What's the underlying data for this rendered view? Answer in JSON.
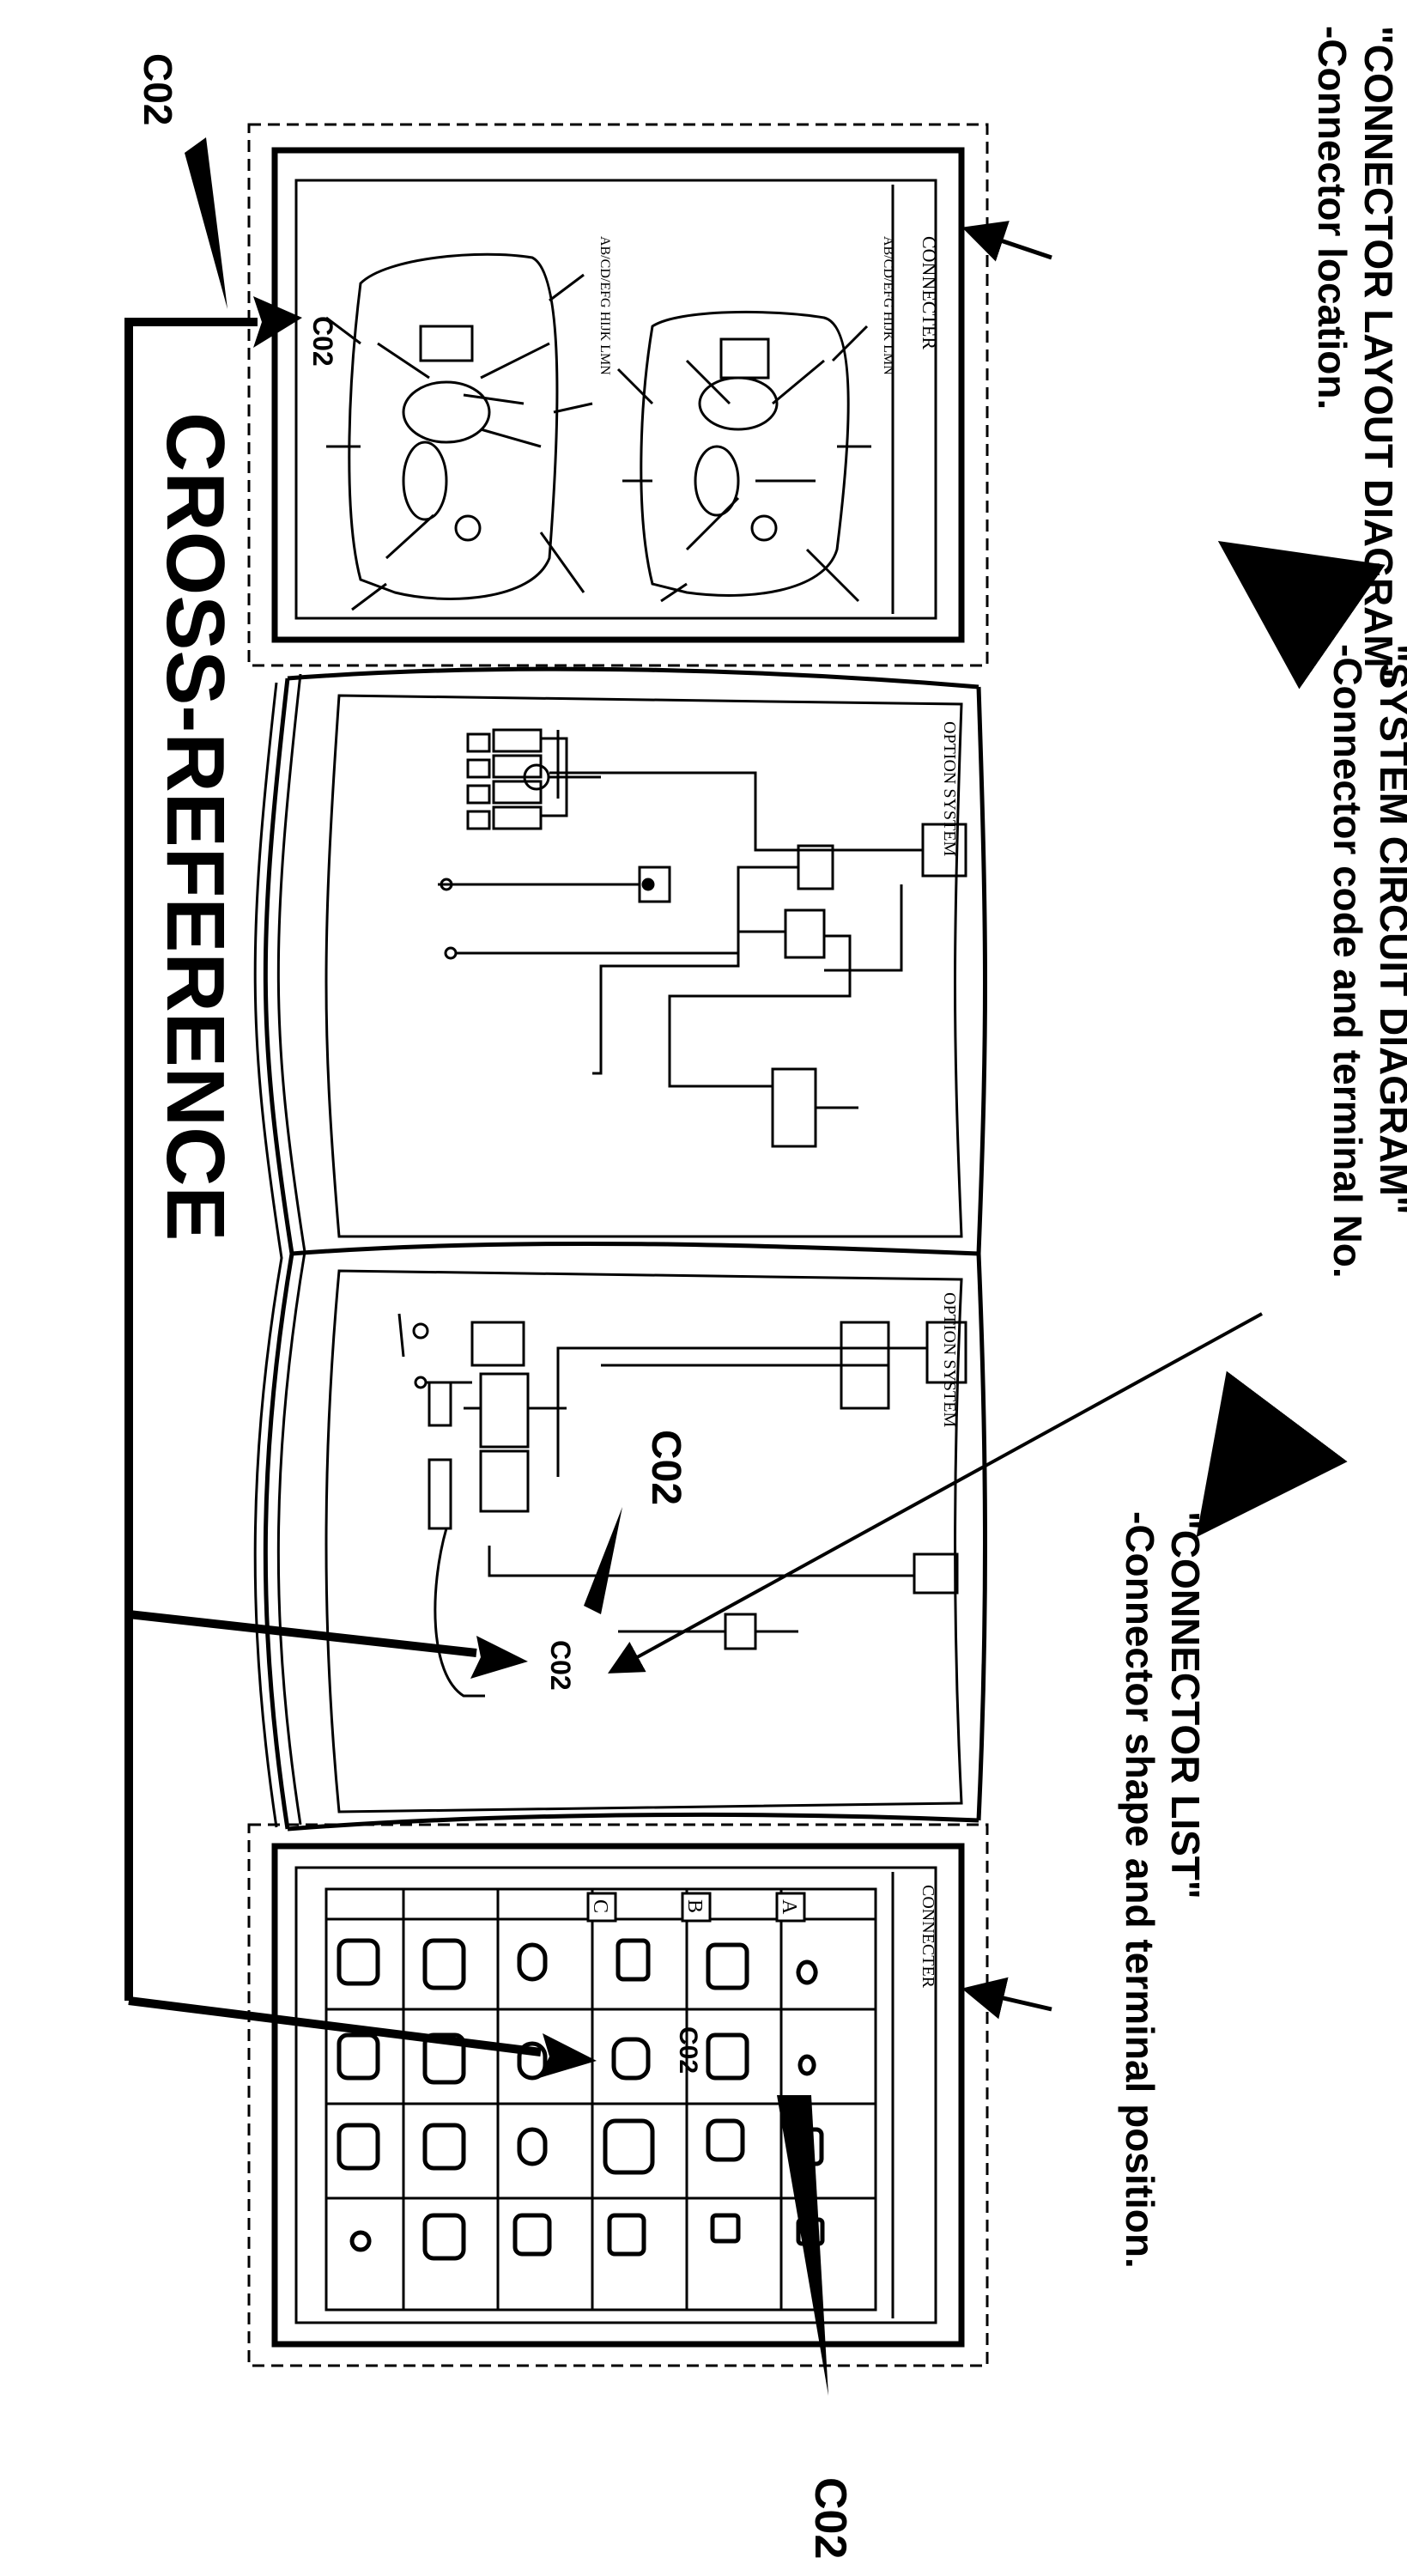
{
  "callouts": {
    "layout": {
      "title": "\"CONNECTOR  LAYOUT DIAGRAM\"",
      "sub": "-Connector location."
    },
    "circuit": {
      "title": "\"SYSTEM CIRCUIT DIAGRAM\"",
      "sub": "-Connector code and terminal No."
    },
    "list": {
      "title": "\"CONNECTOR LIST\"",
      "sub": "-Connector shape and terminal position."
    },
    "cross_reference": "CROSS-REFERENCE"
  },
  "codes": {
    "top": "C02",
    "layout_page": "C02",
    "circuit_big": "C02",
    "circuit_small": "C02",
    "list_page": "C02",
    "bottom": "C02"
  },
  "layout_page": {
    "header": "CONNECTER",
    "subheader": "AB/CD/EFG HIJK LMN",
    "subheader2": "AB/CD/EFG HIJK LMN"
  },
  "circuit_book": {
    "page1_header": "OPTION SYSTEM",
    "page2_header": "OPTION SYSTEM"
  },
  "list_page": {
    "header": "CONNECTER",
    "columns": [
      "A",
      "B",
      "C"
    ]
  }
}
